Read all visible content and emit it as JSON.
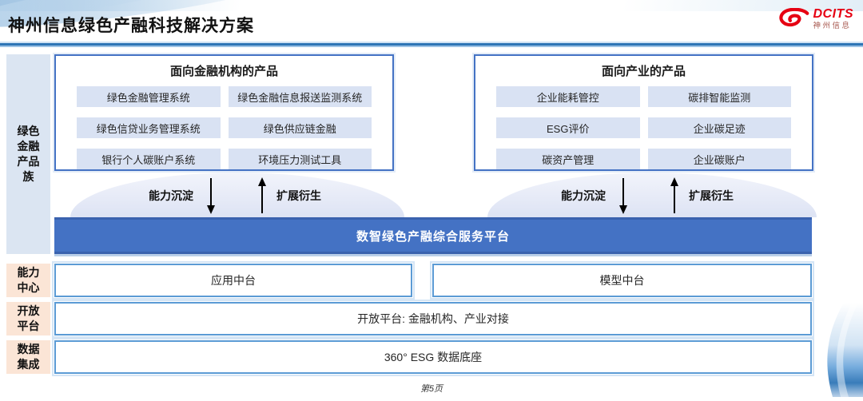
{
  "header": {
    "title": "神州信息绿色产融科技解决方案",
    "logo": {
      "brand": "DCITS",
      "brand_cn": "神州信息"
    }
  },
  "sidebar": {
    "items": [
      {
        "id": "product-family",
        "label": "绿色\n金融\n产品\n族"
      },
      {
        "id": "capability-center",
        "label": "能力\n中心"
      },
      {
        "id": "open-platform",
        "label": "开放\n平台"
      },
      {
        "id": "data-integration",
        "label": "数据\n集成"
      }
    ]
  },
  "product_boxes": {
    "finance": {
      "title": "面向金融机构的产品",
      "items": [
        "绿色金融管理系统",
        "绿色金融信息报送监测系统",
        "绿色信贷业务管理系统",
        "绿色供应链金融",
        "银行个人碳账户系统",
        "环境压力测试工具"
      ]
    },
    "industry": {
      "title": "面向产业的产品",
      "items": [
        "企业能耗管控",
        "碳排智能监测",
        "ESG评价",
        "企业碳足迹",
        "碳资产管理",
        "企业碳账户"
      ]
    }
  },
  "arrows": {
    "down_label": "能力沉淀",
    "up_label": "扩展衍生"
  },
  "platform": {
    "title": "数智绿色产融综合服务平台"
  },
  "middle_rows": {
    "capability_items": [
      "应用中台",
      "模型中台"
    ],
    "open_platform_label": "开放平台: 金融机构、产业对接",
    "data_base_label": "360° ESG 数据底座"
  },
  "footer": {
    "page": "第5页"
  },
  "colors": {
    "accent_blue": "#4472c4",
    "border_blue": "#5b9bd5",
    "header_line_blue": "#2e75b6",
    "sidebar_blue": "#dbe5f2",
    "sidebar_peach": "#fbe5d6",
    "item_bg": "#d9e2f3",
    "logo_red": "#e60012"
  }
}
